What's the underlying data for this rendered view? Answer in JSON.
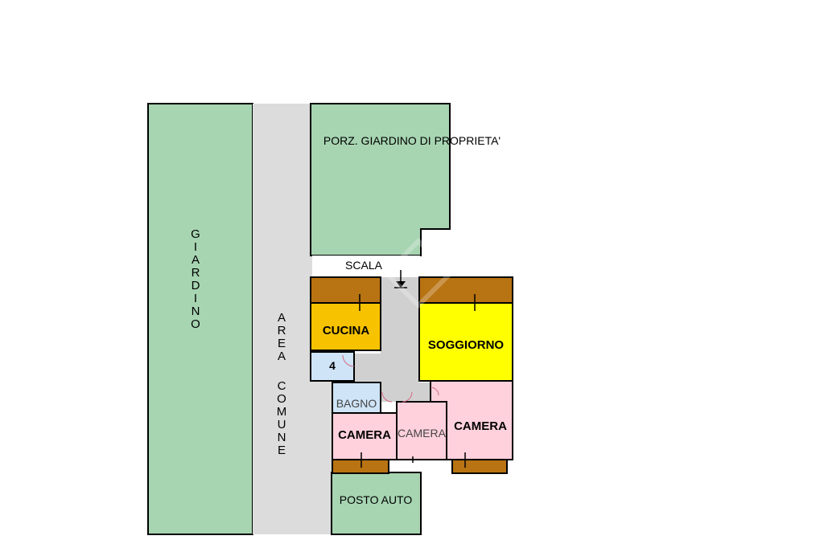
{
  "colors": {
    "garden": "#a7d5b2",
    "common_area": "#dcdcdc",
    "kitchen": "#f7c300",
    "living": "#ffff00",
    "bedroom": "#ffd1dc",
    "bathroom": "#cfe4f7",
    "balcony": "#b87312",
    "corridor": "#d0d0d0",
    "wall": "#000000"
  },
  "labels": {
    "giardino": "GIARDINO",
    "area_comune_1": "AREA",
    "area_comune_2": "COMUNE",
    "porz_giardino": "PORZ. GIARDINO DI PROPRIETA'",
    "scala": "SCALA",
    "cucina": "CUCINA",
    "soggiorno": "SOGGIORNO",
    "ripostiglio": "4",
    "bagno": "BAGNO",
    "camera_1": "CAMERA",
    "camera_2": "CAMERA",
    "camera_3": "CAMERA",
    "posto_auto": "POSTO AUTO"
  },
  "icons": {
    "entrance": "down-arrow-icon",
    "window": "window-mark-icon"
  }
}
